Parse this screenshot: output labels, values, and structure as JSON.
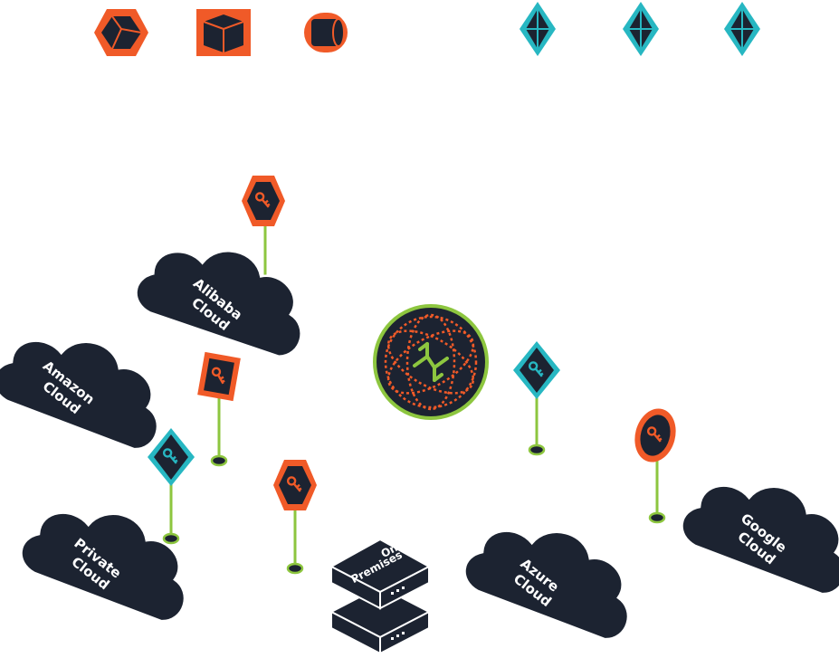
{
  "colors": {
    "line": "#8dc63f",
    "orange": "#f05a28",
    "teal": "#27b7c2",
    "navy": "#1c2331",
    "white": "#ffffff"
  },
  "hub": {
    "icon": "hub-logo-icon"
  },
  "top_resources": [
    {
      "icon": "hexagon-block-icon",
      "color": "orange"
    },
    {
      "icon": "cube-icon",
      "color": "orange"
    },
    {
      "icon": "cylinder-icon",
      "color": "orange"
    },
    {
      "icon": "diamond-crystal-icon",
      "color": "teal"
    },
    {
      "icon": "diamond-crystal-icon",
      "color": "teal"
    },
    {
      "icon": "diamond-crystal-icon",
      "color": "teal"
    }
  ],
  "clouds": {
    "alibaba": {
      "line1": "Alibaba",
      "line2": "Cloud"
    },
    "amazon": {
      "line1": "Amazon",
      "line2": "Cloud"
    },
    "private": {
      "line1": "Private",
      "line2": "Cloud"
    },
    "azure": {
      "line1": "Azure",
      "line2": "Cloud"
    },
    "google": {
      "line1": "Google",
      "line2": "Cloud"
    }
  },
  "on_premises": {
    "line1": "On",
    "line2": "Premises"
  },
  "keys": [
    {
      "icon": "key-icon",
      "shape": "hexagon",
      "color": "orange"
    },
    {
      "icon": "key-icon",
      "shape": "square",
      "color": "orange"
    },
    {
      "icon": "key-icon",
      "shape": "diamond",
      "color": "teal"
    },
    {
      "icon": "key-icon",
      "shape": "hexagon",
      "color": "orange"
    },
    {
      "icon": "key-icon",
      "shape": "diamond",
      "color": "teal"
    },
    {
      "icon": "key-icon",
      "shape": "oval",
      "color": "orange"
    }
  ]
}
